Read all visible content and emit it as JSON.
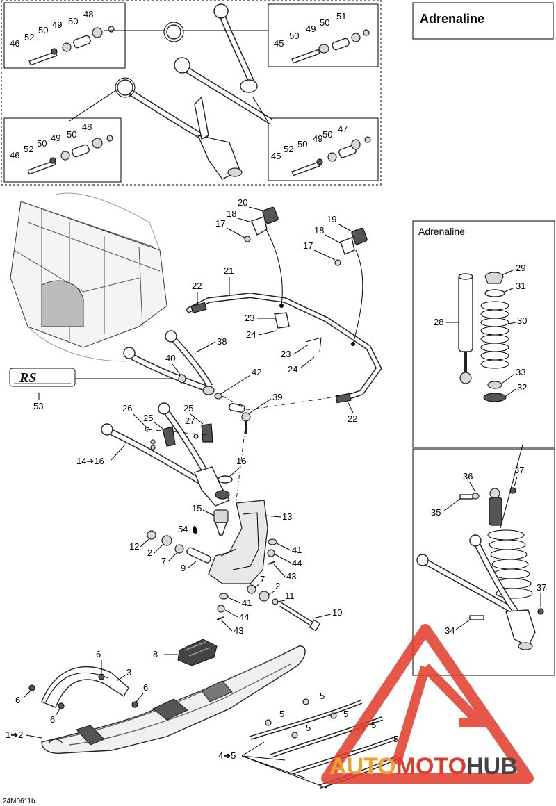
{
  "header_title": "Adrenaline",
  "inset_title": "Adrenaline",
  "drawing_code": "24M0611b",
  "rs_logo": "RS",
  "watermark": {
    "part1": "AUTO",
    "part2": "MOTO",
    "part3": "HUB",
    "color_accent": "#e03a2a",
    "color_orange": "#f0a030",
    "color_dark": "#444444"
  },
  "callouts": {
    "box_tl": [
      "48",
      "50",
      "49",
      "50",
      "52",
      "46"
    ],
    "box_tr": [
      "51",
      "50",
      "49",
      "50",
      "45"
    ],
    "box_bl": [
      "48",
      "50",
      "49",
      "50",
      "52",
      "46"
    ],
    "box_br": [
      "47",
      "50",
      "49",
      "50",
      "52",
      "45"
    ],
    "main": [
      "20",
      "18",
      "17",
      "19",
      "18",
      "17",
      "21",
      "22",
      "23",
      "24",
      "23",
      "24",
      "38",
      "40",
      "42",
      "53",
      "39",
      "22",
      "26",
      "25",
      "27",
      "25",
      "14➔16",
      "16",
      "15",
      "13",
      "54",
      "12",
      "2",
      "7",
      "9",
      "41",
      "44",
      "43",
      "7",
      "2",
      "11",
      "41",
      "44",
      "43",
      "10",
      "8",
      "6",
      "3",
      "6",
      "6",
      "6",
      "1➔2",
      "5",
      "5",
      "5",
      "5",
      "5",
      "5",
      "4➔5"
    ],
    "inset_shock": [
      "29",
      "31",
      "28",
      "30",
      "33",
      "32"
    ],
    "inset_arm": [
      "36",
      "37",
      "35",
      "37",
      "34"
    ]
  }
}
